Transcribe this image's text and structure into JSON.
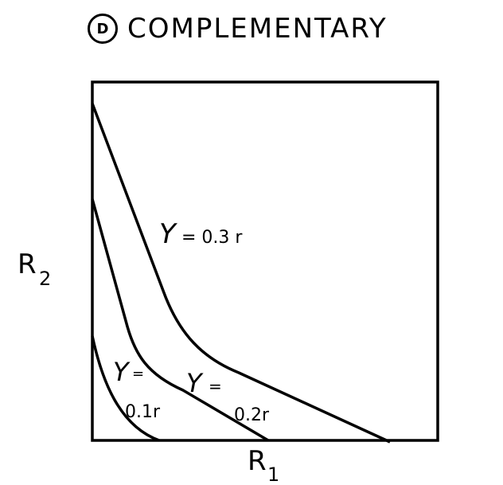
{
  "header": {
    "panel": "D",
    "title": "COMPLEMENTARY"
  },
  "axes": {
    "x": {
      "label_main": "R",
      "label_sub": "1"
    },
    "y": {
      "label_main": "R",
      "label_sub": "2"
    }
  },
  "curves": [
    {
      "y_symbol": "Y",
      "eq_text": "=",
      "value_text": "0.1r"
    },
    {
      "y_symbol": "Y",
      "eq_text": "=",
      "value_text": "0.2r"
    },
    {
      "y_symbol": "Y",
      "eq_text": "= 0.3 r"
    }
  ]
}
